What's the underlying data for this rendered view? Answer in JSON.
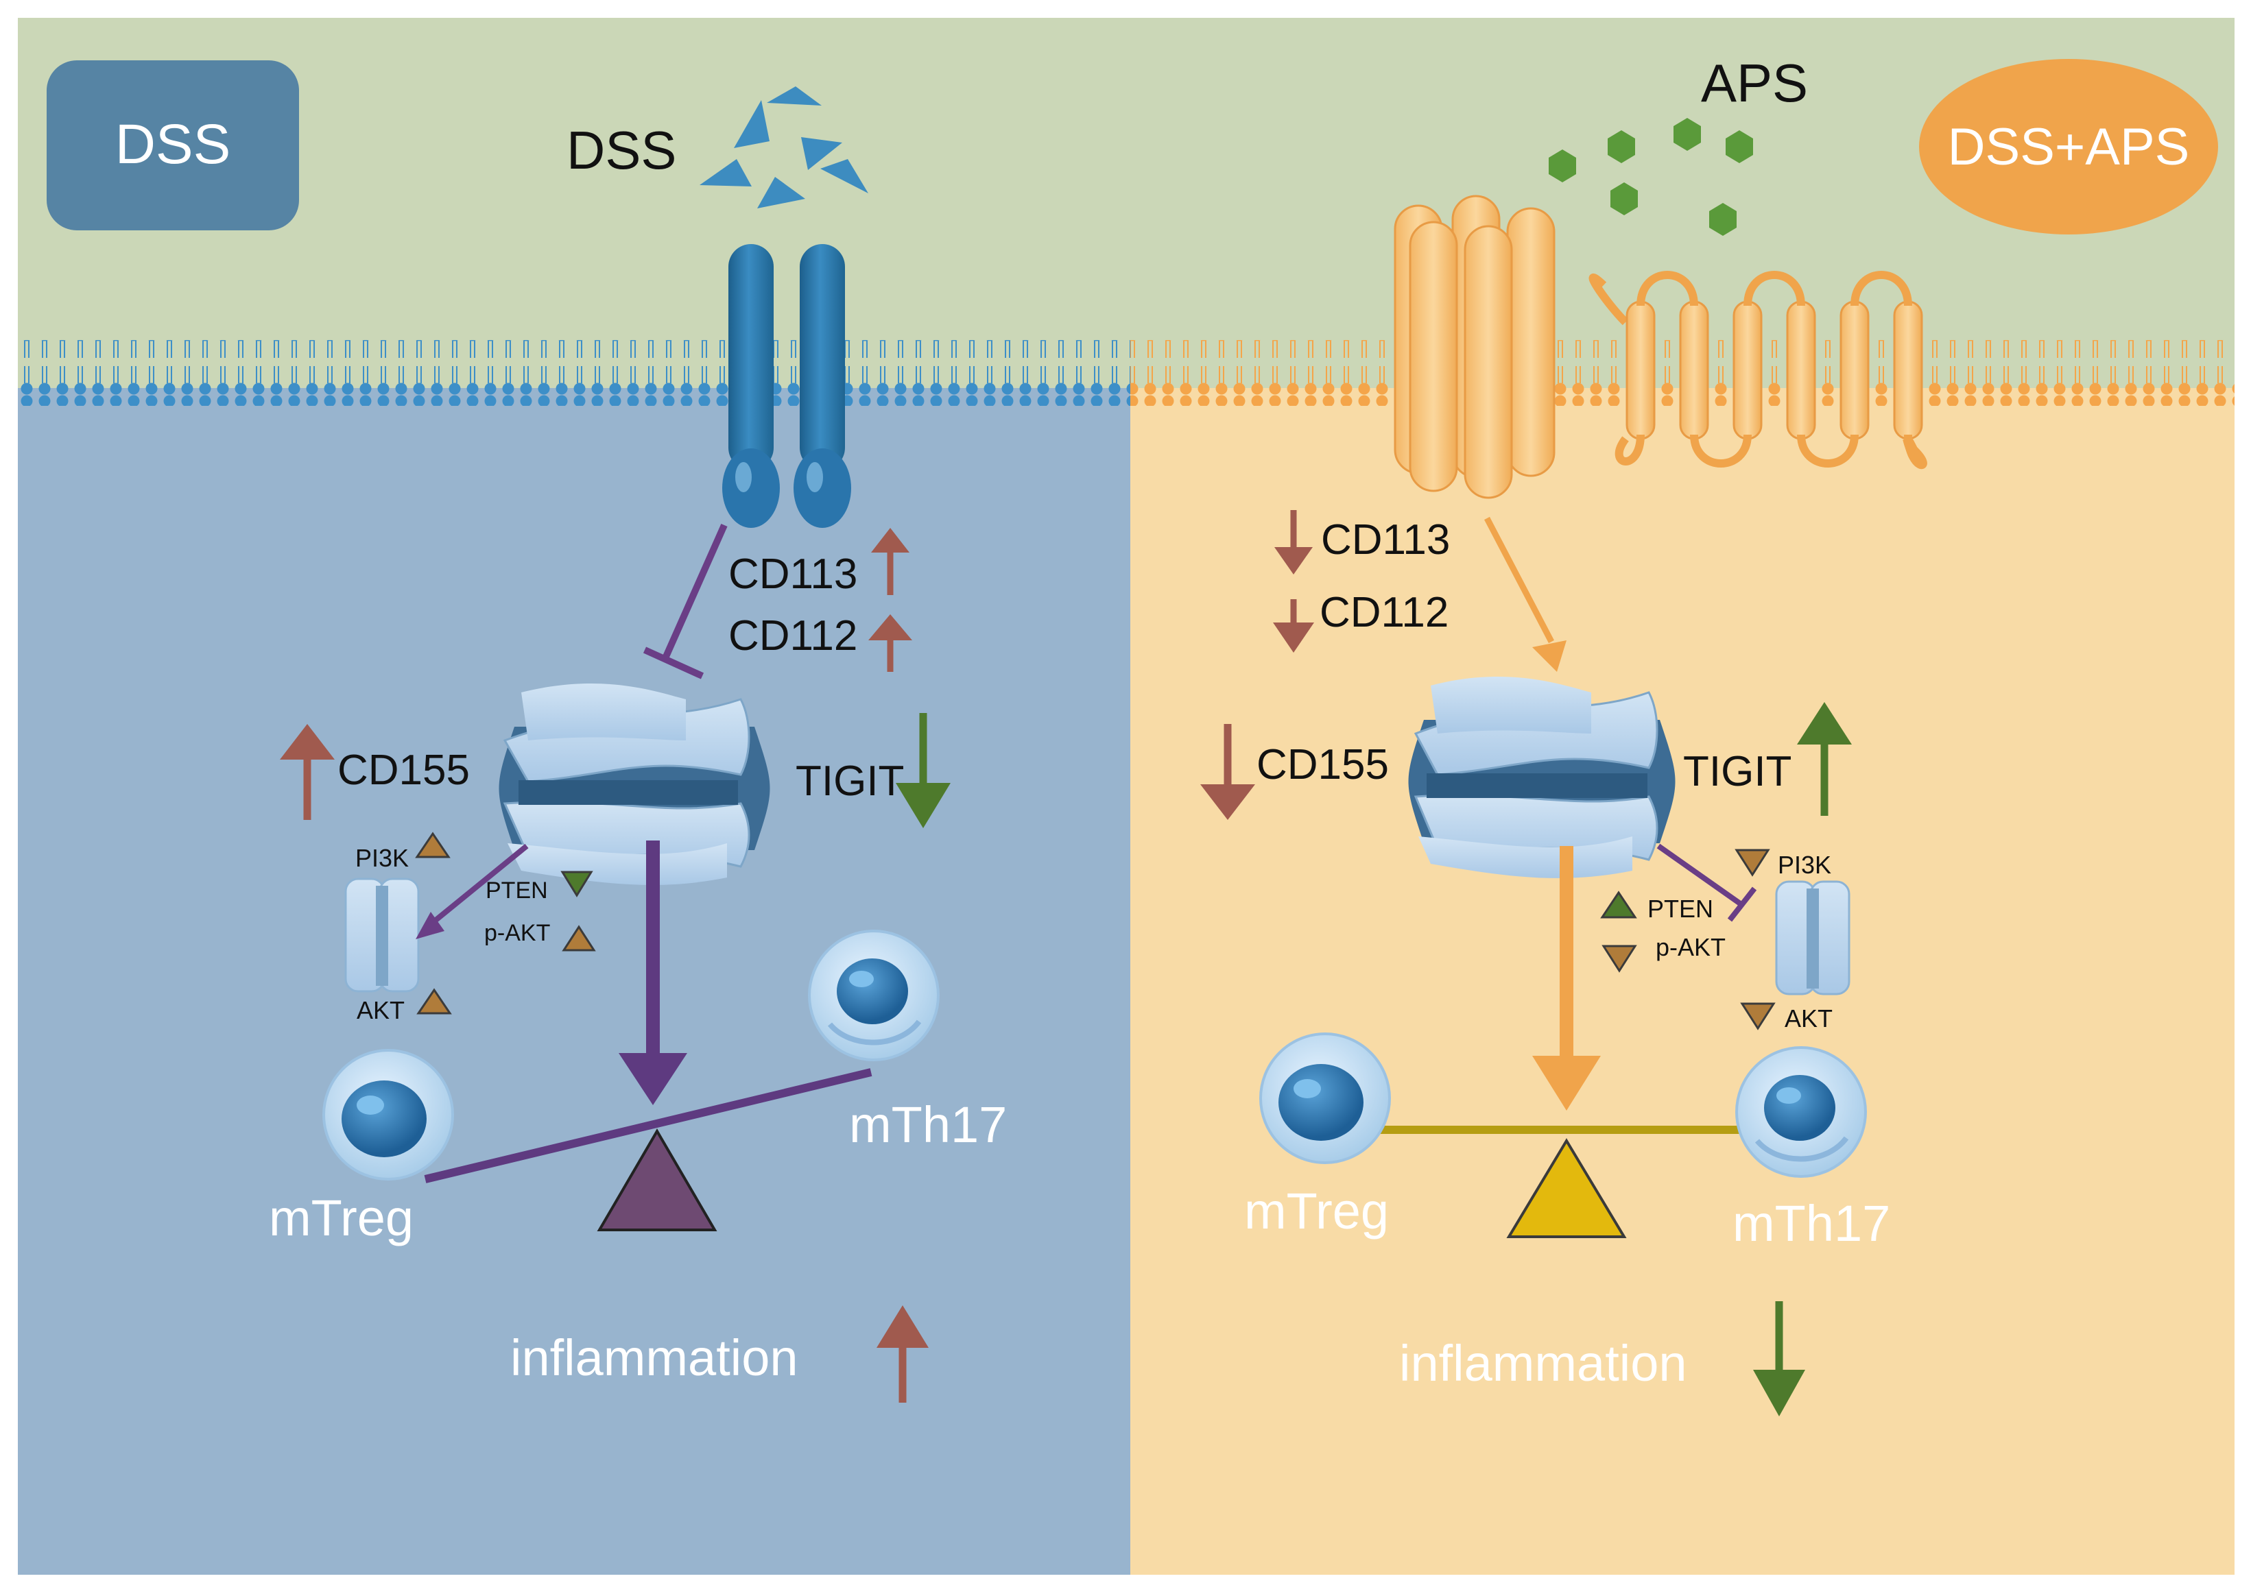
{
  "labels": {
    "dss_badge": "DSS",
    "dss_agent": "DSS",
    "aps_agent": "APS",
    "combo_badge": "DSS+APS"
  },
  "left_panel": {
    "cd113": "CD113",
    "cd112": "CD112",
    "cd155": "CD155",
    "tigit": "TIGIT",
    "pi3k": "PI3K",
    "akt": "AKT",
    "pten": "PTEN",
    "p_akt": "p-AKT",
    "mtreg": "mTreg",
    "mth17": "mTh17",
    "inflammation": "inflammation"
  },
  "right_panel": {
    "cd113": "CD113",
    "cd112": "CD112",
    "cd155": "CD155",
    "tigit": "TIGIT",
    "pi3k": "PI3K",
    "akt": "AKT",
    "pten": "PTEN",
    "p_akt": "p-AKT",
    "mtreg": "mTreg",
    "mth17": "mTh17",
    "inflammation": "inflammation"
  },
  "colors": {
    "extracellular_bg": "#cbd7b7",
    "left_bg": "#98b4ce",
    "right_bg": "#f8dba6",
    "dss_badge": "#5684a4",
    "combo_badge": "#f0a44b",
    "dss_particles": "#3d8cc0",
    "aps_particles": "#5a9a3a",
    "up_arrow": "#a05a4e",
    "down_arrow_green": "#4e7a2c",
    "purple": "#5e3a80",
    "orange": "#f0a44b",
    "fulcrum_left": "#6e4a72",
    "fulcrum_right": "#e3b90d",
    "olive_bar": "#b59d12"
  }
}
